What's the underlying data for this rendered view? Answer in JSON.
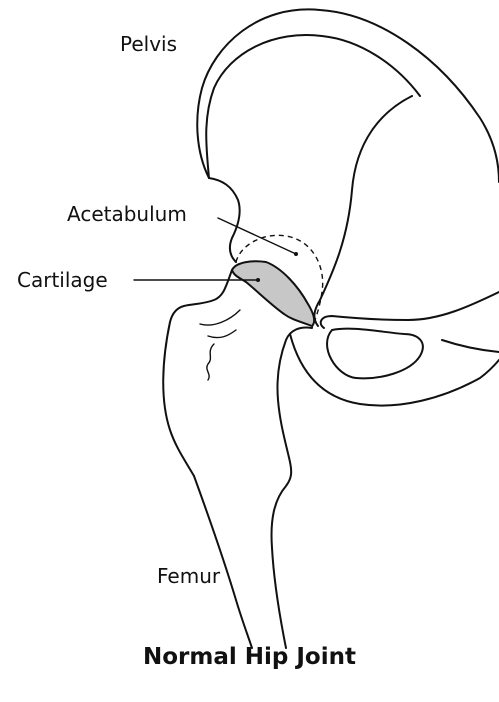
{
  "labels": {
    "pelvis": "Pelvis",
    "acetabulum": "Acetabulum",
    "cartilage": "Cartilage",
    "femur": "Femur"
  },
  "caption": "Normal Hip Joint",
  "colors": {
    "line": "#111111",
    "cartilage_fill": "#c7c7c7",
    "background": "#ffffff"
  }
}
